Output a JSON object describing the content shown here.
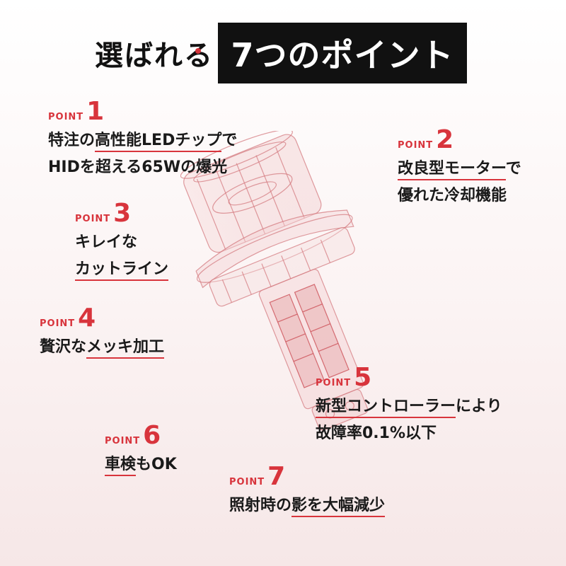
{
  "header": {
    "left_text": "選ばれる",
    "right_text": "7つのポイント"
  },
  "points": [
    {
      "label": "POINT",
      "number": "1",
      "line1": "特注の",
      "line1_hl": "高性能LEDチップ",
      "line1_tail": "で",
      "line2": "HIDを超える65Wの爆光"
    },
    {
      "label": "POINT",
      "number": "2",
      "line1": "改良型モーター",
      "line1_tail": "で",
      "line2": "優れた冷却機能"
    },
    {
      "label": "POINT",
      "number": "3",
      "line1": "キレイな",
      "line2": "カットライン"
    },
    {
      "label": "POINT",
      "number": "4",
      "line1": "贅沢な",
      "line1_hl": "メッキ加工"
    },
    {
      "label": "POINT",
      "number": "5",
      "line1": "新型コントローラー",
      "line1_tail": "により",
      "line2": "故障率0.1%以下"
    },
    {
      "label": "POINT",
      "number": "6",
      "line1": "車検",
      "line1_tail": "もOK"
    },
    {
      "label": "POINT",
      "number": "7",
      "line1": "照射時の",
      "line1_hl": "影を大幅減少"
    }
  ],
  "colors": {
    "accent": "#d8343c",
    "header_bg": "#111111",
    "bulb_stroke": "#d47b80"
  }
}
